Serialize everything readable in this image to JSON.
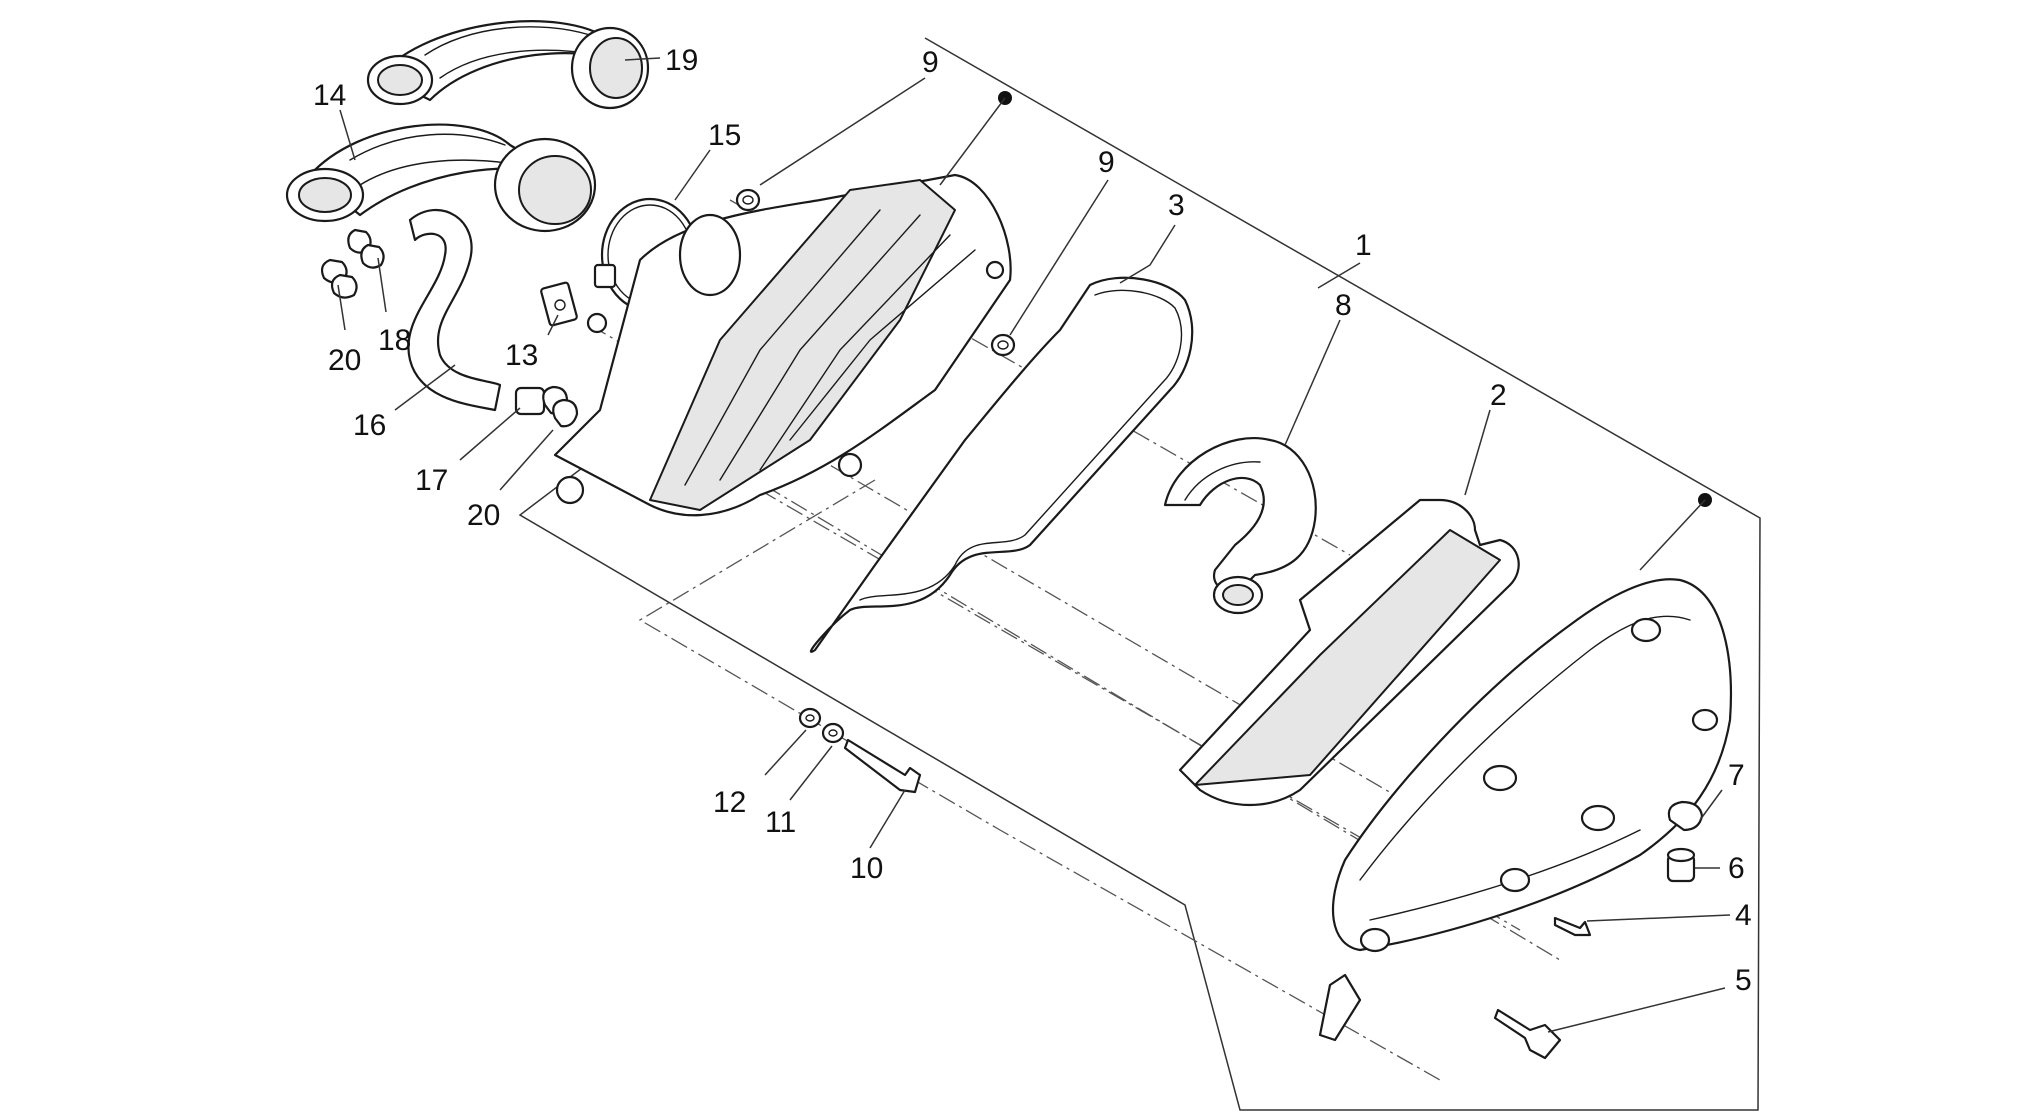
{
  "callouts": [
    {
      "id": "1",
      "label": "1"
    },
    {
      "id": "2",
      "label": "2"
    },
    {
      "id": "3",
      "label": "3"
    },
    {
      "id": "4",
      "label": "4"
    },
    {
      "id": "5",
      "label": "5"
    },
    {
      "id": "6",
      "label": "6"
    },
    {
      "id": "7",
      "label": "7"
    },
    {
      "id": "8",
      "label": "8"
    },
    {
      "id": "9a",
      "label": "9"
    },
    {
      "id": "9b",
      "label": "9"
    },
    {
      "id": "10",
      "label": "10"
    },
    {
      "id": "11",
      "label": "11"
    },
    {
      "id": "12",
      "label": "12"
    },
    {
      "id": "13",
      "label": "13"
    },
    {
      "id": "14",
      "label": "14"
    },
    {
      "id": "15",
      "label": "15"
    },
    {
      "id": "16",
      "label": "16"
    },
    {
      "id": "17",
      "label": "17"
    },
    {
      "id": "18",
      "label": "18"
    },
    {
      "id": "19",
      "label": "19"
    },
    {
      "id": "20a",
      "label": "20"
    },
    {
      "id": "20b",
      "label": "20"
    }
  ]
}
